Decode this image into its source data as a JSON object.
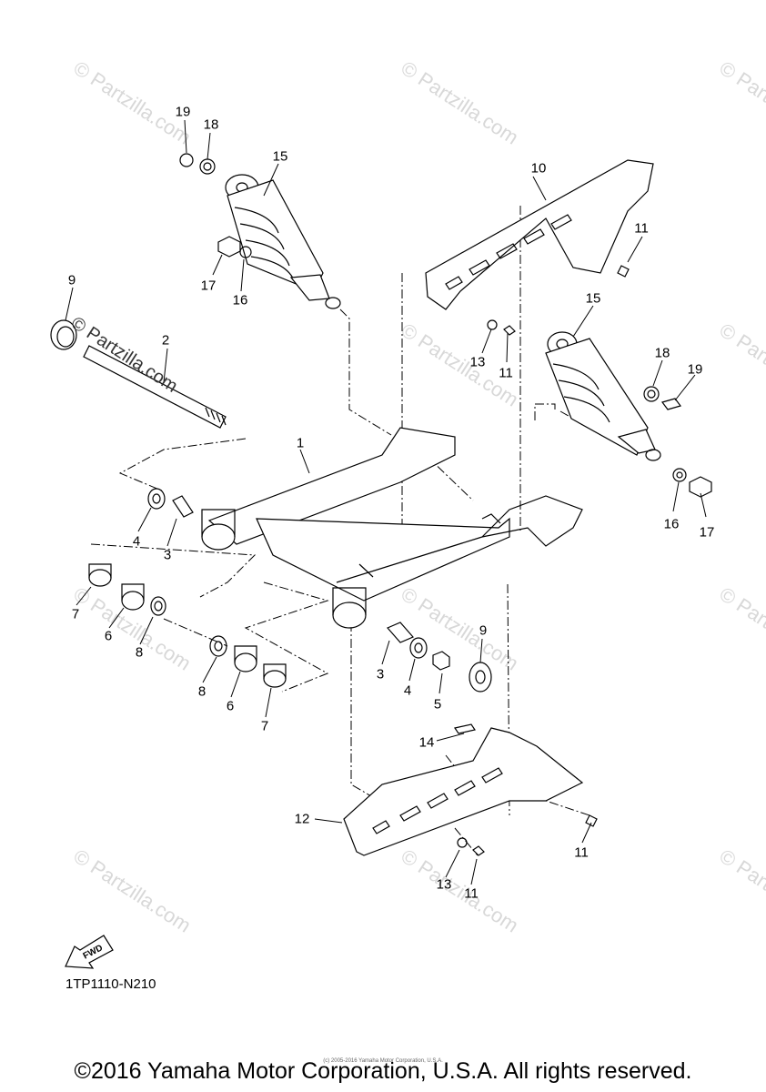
{
  "watermark": {
    "text": "© Partzilla.com",
    "foreground_text": "© Partzilla.com"
  },
  "labels": [
    "1",
    "2",
    "3",
    "3",
    "4",
    "4",
    "5",
    "6",
    "6",
    "7",
    "7",
    "8",
    "8",
    "9",
    "9",
    "10",
    "11",
    "11",
    "11",
    "11",
    "12",
    "13",
    "13",
    "14",
    "15",
    "15",
    "16",
    "16",
    "17",
    "17",
    "18",
    "18",
    "19",
    "19"
  ],
  "fwd_label": "FWD",
  "diagram_code": "1TP1110-N210",
  "tiny_copyright": "(c) 2005-2016 Yamaha Motor Corporation, U.S.A.",
  "copyright": "©2016 Yamaha Motor Corporation, U.S.A. All rights reserved."
}
